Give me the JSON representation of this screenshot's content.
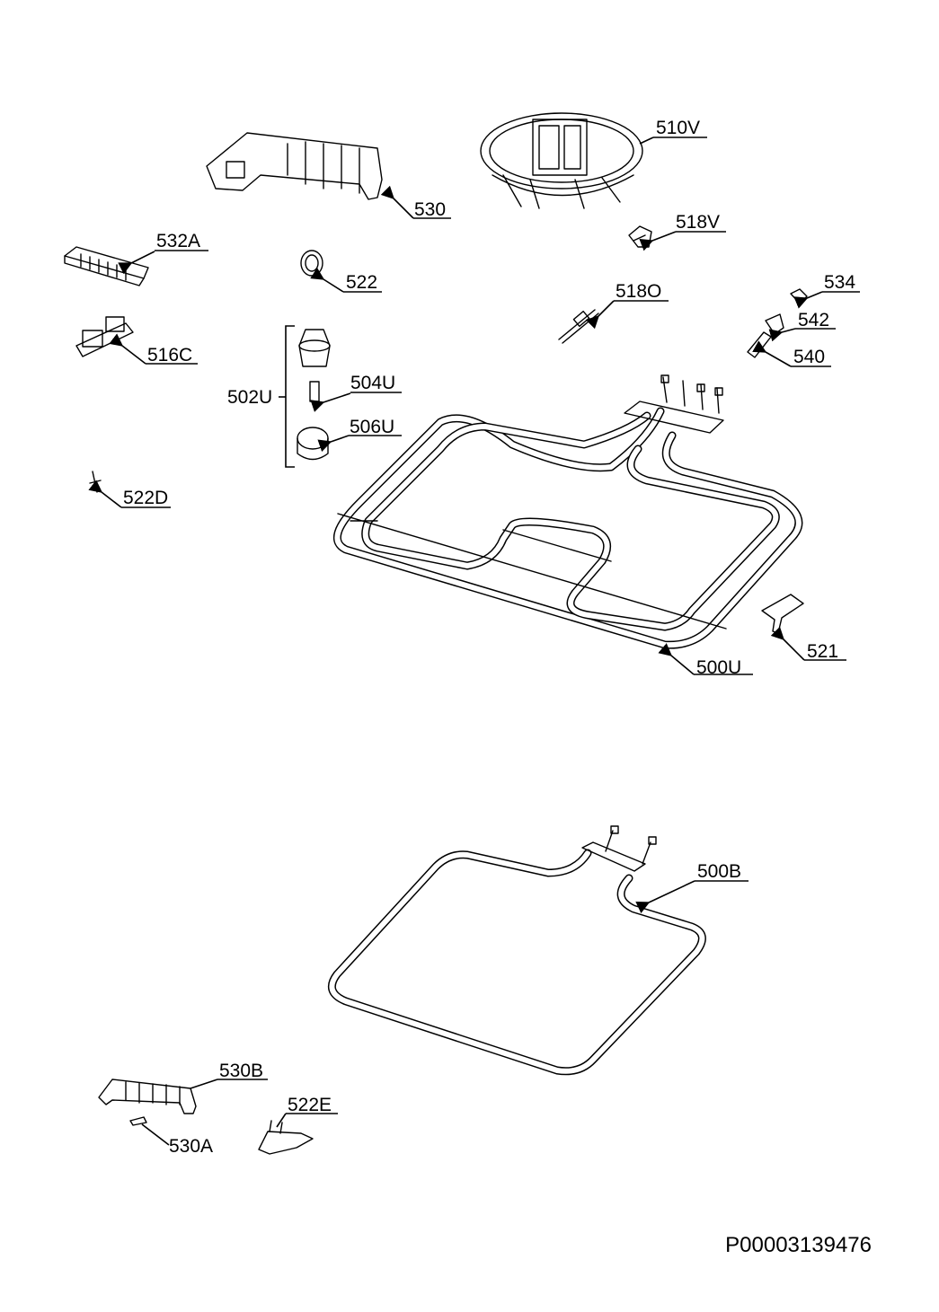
{
  "labels": {
    "p510V": "510V",
    "p530": "530",
    "p532A": "532A",
    "p522": "522",
    "p518V": "518V",
    "p518O": "518O",
    "p534": "534",
    "p542": "542",
    "p540": "540",
    "p516C": "516C",
    "p502U": "502U",
    "p504U": "504U",
    "p506U": "506U",
    "p522D": "522D",
    "p521": "521",
    "p500U": "500U",
    "p500B": "500B",
    "p530B": "530B",
    "p522E": "522E",
    "p530A": "530A"
  },
  "document_ref": "P00003139476"
}
